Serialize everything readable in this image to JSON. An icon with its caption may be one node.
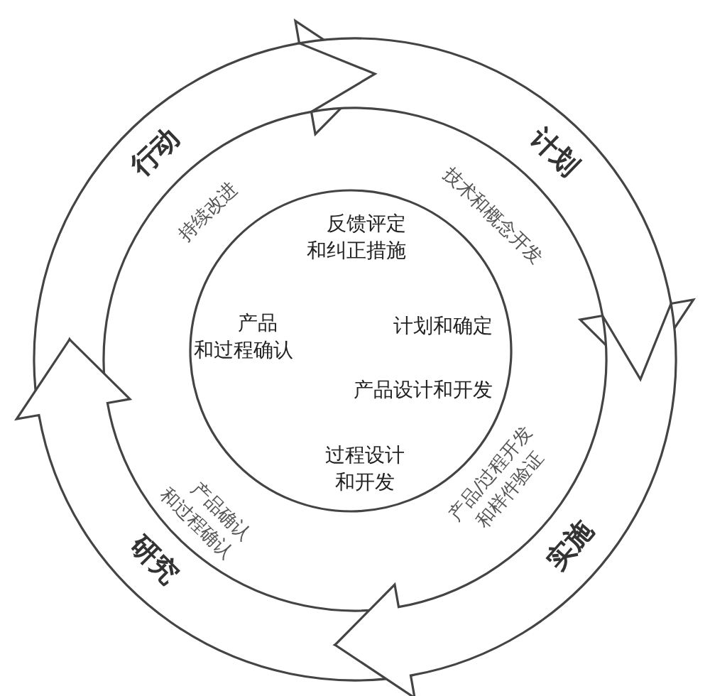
{
  "diagram": {
    "nodes": [
      {
        "text": [
          "行动"
        ],
        "beside": [
          "持续改进"
        ]
      },
      {
        "text": [
          "计划"
        ],
        "beside": [
          "技术和概念开发"
        ]
      },
      {
        "text": [
          "反馈评定和纠正措施",
          "产品和过程确认",
          "计划和确定",
          "产品设计和开发",
          "过程设计和开发"
        ]
      },
      {
        "text": [
          "研究"
        ],
        "beside": [
          "产品确认和过程确认"
        ]
      },
      {
        "text": [
          "实施"
        ],
        "beside": [
          "产品/过程开发和样件验证"
        ]
      }
    ]
  }
}
